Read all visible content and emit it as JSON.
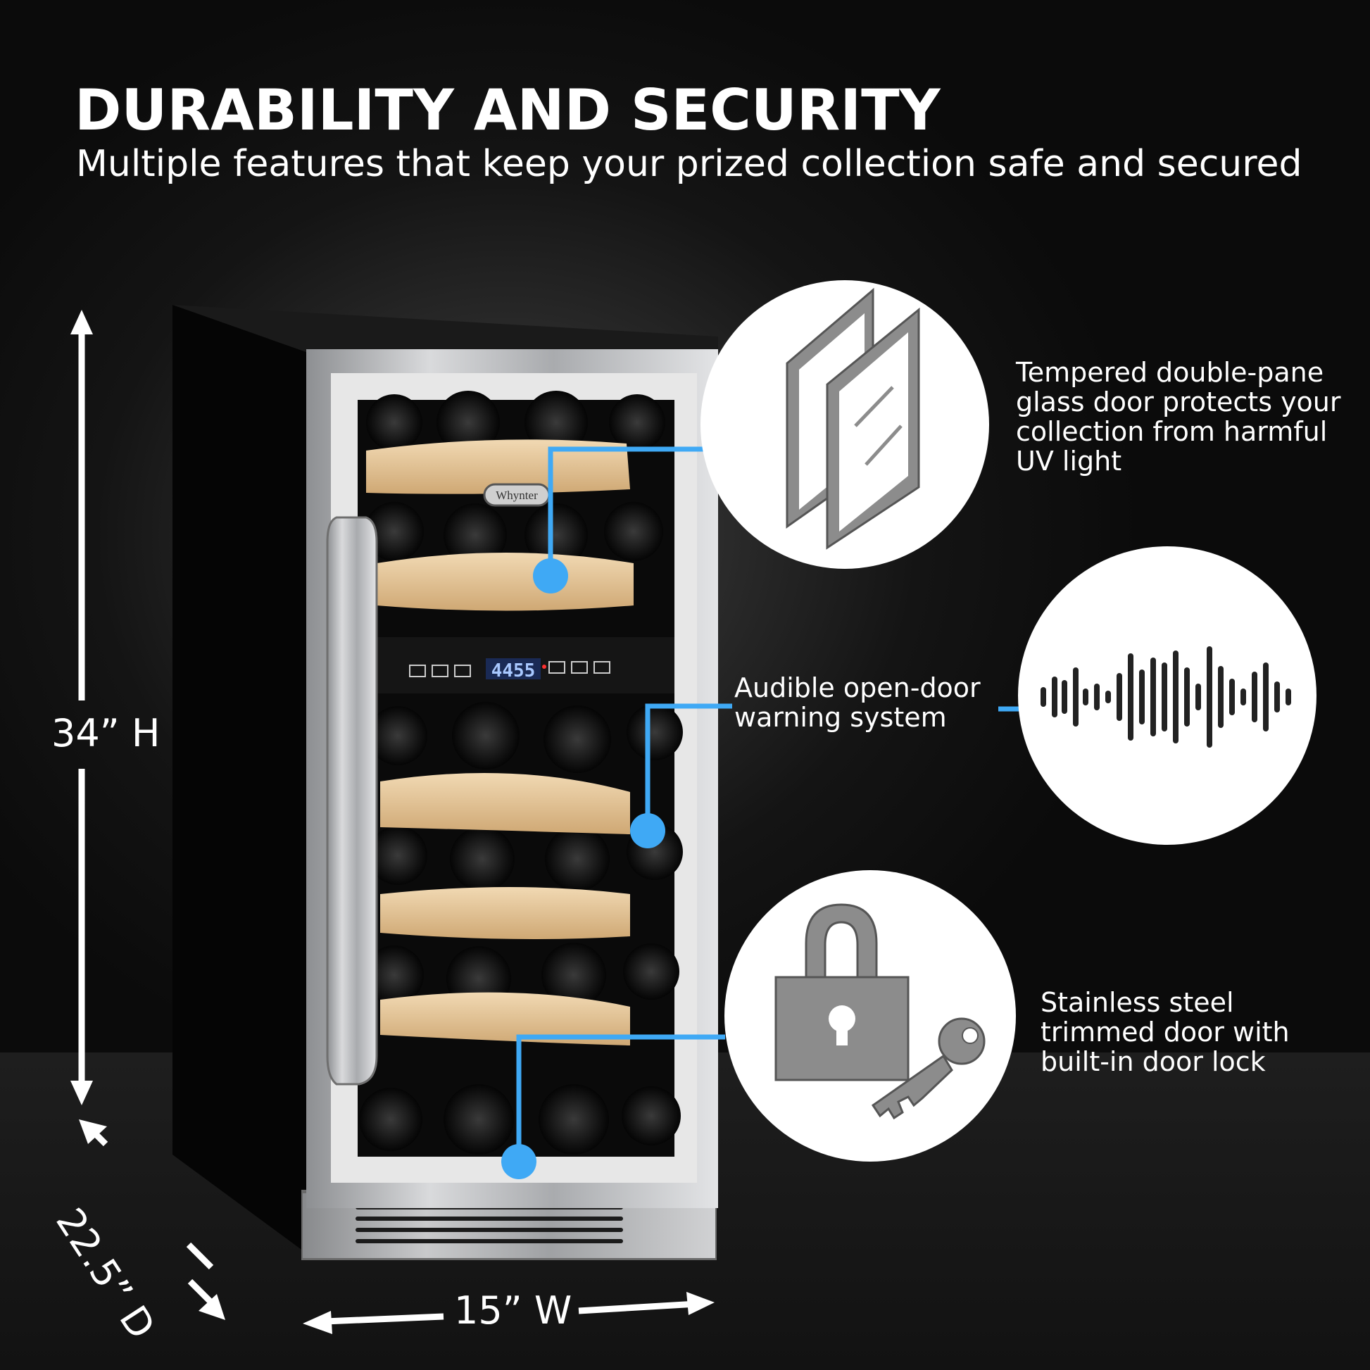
{
  "header": {
    "title": "DURABILITY AND SECURITY",
    "subtitle": "Multiple features that keep your prized collection safe and secured"
  },
  "dimensions": {
    "height": "34” H",
    "depth": "22.5” D",
    "width": "15” W"
  },
  "product": {
    "brand": "Whynter",
    "display": "4455"
  },
  "features": [
    {
      "text": "Tempered double-pane glass door protects your collection from harmful UV light",
      "icon": "glass-pane-icon"
    },
    {
      "text": "Audible open-door warning system",
      "icon": "sound-wave-icon"
    },
    {
      "text": "Stainless steel trimmed door with built-in door lock",
      "icon": "lock-key-icon"
    }
  ],
  "colors": {
    "accent": "#3fa9f5",
    "background": "#0b0b0b",
    "icon_gray": "#8c8c8c"
  }
}
